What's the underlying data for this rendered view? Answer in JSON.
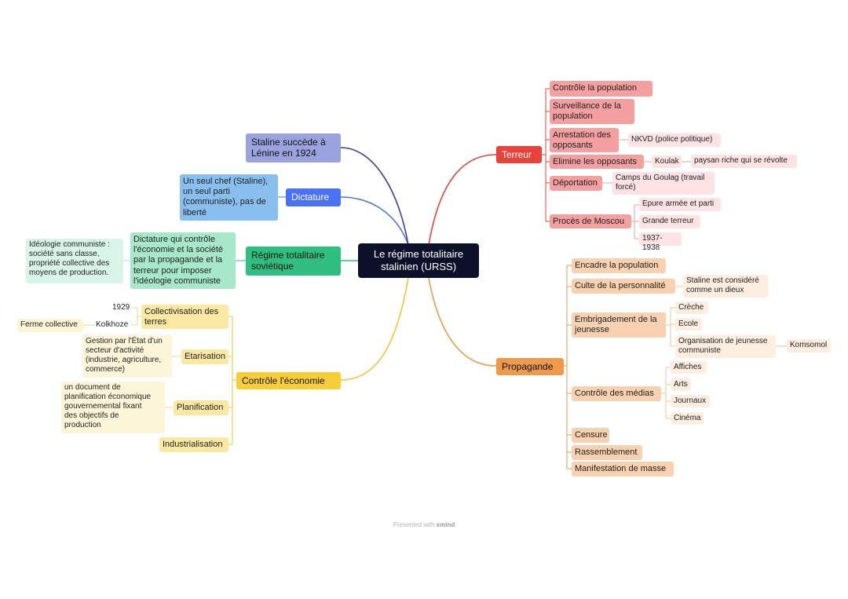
{
  "mindmap": {
    "root": "Le régime totalitaire\nstalinien (URSS)",
    "terreur": {
      "label": "Terreur",
      "controle": "Contrôle la population",
      "surveillance": "Surveillance de la\npopulation",
      "arrestation": "Arrestation des\nopposants",
      "nkvd": "NKVD (police politique)",
      "elimine": "Elimine les opposants",
      "koulak": "Koulak",
      "paysan": "paysan riche qui se révolte",
      "deportation": "Déportation",
      "goulag": "Camps du Goulag (travail\nforcé)",
      "proces": "Procès de Moscou",
      "epure": "Epure armée et parti",
      "grande_terreur": "Grande terreur",
      "dates": "1937-1938"
    },
    "propagande": {
      "label": "Propagande",
      "encadre": "Encadre la population",
      "culte": "Culte de la personnalité",
      "staline_dieu": "Staline est considéré\ncomme un dieux",
      "embrigadement": "Embrigadement de la\njeunesse",
      "creche": "Crèche",
      "ecole": "Ecole",
      "organisation": "Organisation de jeunesse\ncommuniste",
      "komsomol": "Komsomol",
      "medias": "Contrôle des médias",
      "affiches": "Affiches",
      "arts": "Arts",
      "journaux": "Journaux",
      "cinema": "Cinéma",
      "censure": "Censure",
      "rassemblement": "Rassemblement",
      "manifestation": "Manifestation de masse"
    },
    "economie": {
      "label": "Contrôle l'économie",
      "collectivisation": "Collectivisation des\nterres",
      "annee": "1929",
      "kolkhoze": "Kolkhoze",
      "ferme": "Ferme collective",
      "etatisation": "Etarisation",
      "etatisation_def": "Gestion par l'État d'un\nsecteur d'activité\n(industrie, agriculture,\ncommerce)",
      "planification": "Planification",
      "planification_def": "un document de\nplanification économique\ngouvernemental fixant\ndes objectifs de\nproduction",
      "industrialisation": "Industrialisation"
    },
    "regime": {
      "label": "Régime totalitaire\nsoviétique",
      "dictature_def": "Dictature qui contrôle\nl'économie et la société\npar la propagande et la\nterreur pour imposer\nl'idéologie communiste",
      "ideologie": "Idéologie communiste :\nsociété sans classe,\npropriété collective des\nmoyens de production."
    },
    "dictature": {
      "label": "Dictature",
      "chef": "Un seul chef (Staline),\nun seul parti\n(communiste), pas de\nliberté"
    },
    "staline": {
      "label": "Staline succède à\nLénine en 1924"
    },
    "colors": {
      "root": "#0c1029",
      "terreur": "#e8433a",
      "propagande": "#ef9a4a",
      "economie": "#f7cd38",
      "regime": "#2fbf80",
      "dictature": "#4a72f2",
      "staline": "#9aa3de"
    }
  },
  "footer": {
    "prefix": "Presented with",
    "brand": "xmind"
  }
}
